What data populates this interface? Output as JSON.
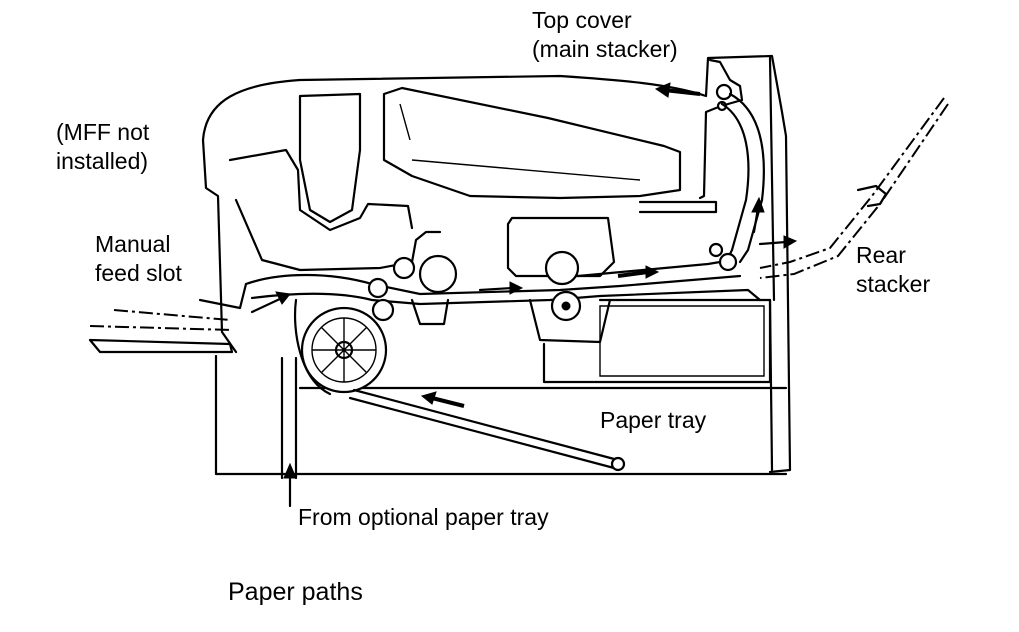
{
  "labels": {
    "top_cover_line1": "Top cover",
    "top_cover_line2": "(main stacker)",
    "mff_line1": "(MFF not",
    "mff_line2": "installed)",
    "manual_line1": "Manual",
    "manual_line2": "feed slot",
    "rear_line1": "Rear",
    "rear_line2": "stacker",
    "paper_tray": "Paper tray",
    "optional_tray": "From optional paper tray"
  },
  "caption": "Paper paths",
  "colors": {
    "ink": "#000000",
    "background": "#ffffff"
  }
}
